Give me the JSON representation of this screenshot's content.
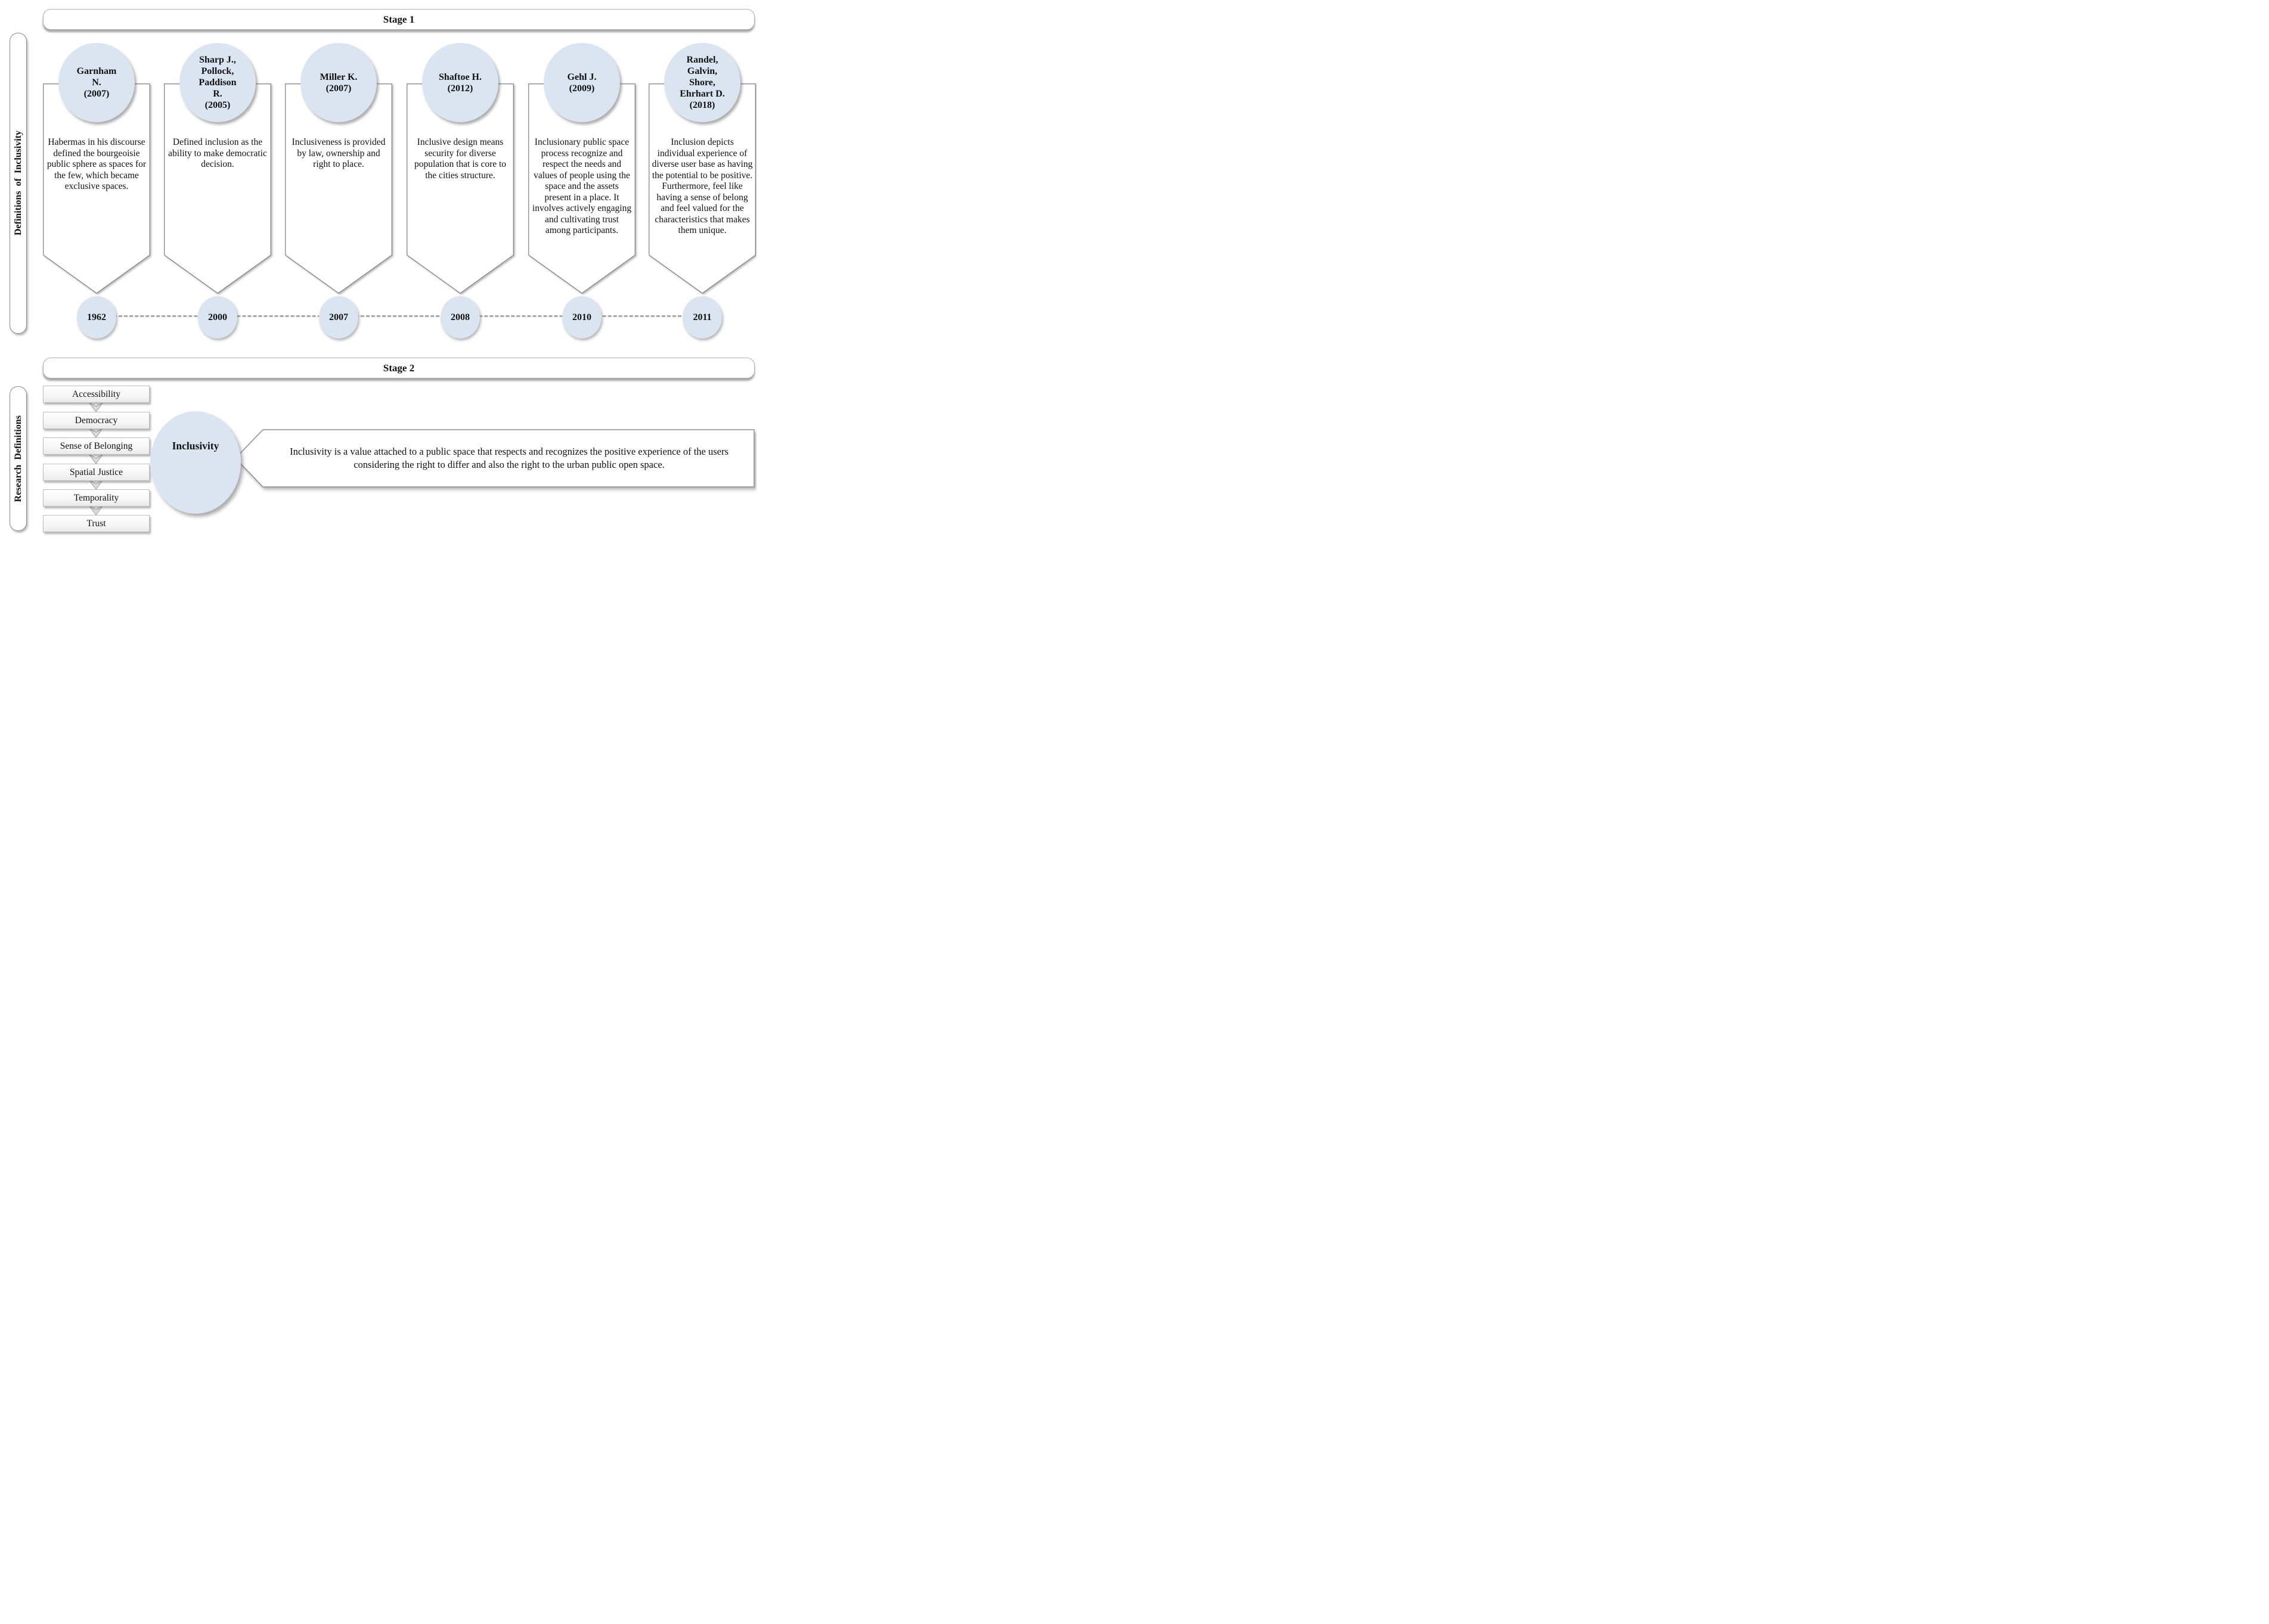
{
  "colors": {
    "node_fill": "#dbe5f1",
    "outline": "#7f7f7f"
  },
  "stage1": {
    "header": "Stage 1",
    "side_label": "Definitions of Inclusivity",
    "columns": [
      {
        "author": "Garnham\nN.\n(2007)",
        "year": "1962",
        "definition": "Habermas in his discourse defined the bourgeoisie public sphere as spaces for the few, which became exclusive spaces."
      },
      {
        "author": "Sharp J.,\nPollock,\nPaddison\nR.\n(2005)",
        "year": "2000",
        "definition": "Defined inclusion as the ability to make democratic decision."
      },
      {
        "author": "Miller K.\n(2007)",
        "year": "2007",
        "definition": "Inclusiveness is provided by law, ownership and right to place."
      },
      {
        "author": "Shaftoe H.\n(2012)",
        "year": "2008",
        "definition": "Inclusive design means security for diverse population that is core to the cities structure."
      },
      {
        "author": "Gehl J.\n(2009)",
        "year": "2010",
        "definition": "Inclusionary public space process recognize and respect the needs and values of people using the space and the assets present in a place. It involves actively engaging and cultivating trust among participants."
      },
      {
        "author": "Randel,\nGalvin,\nShore,\nEhrhart D.\n(2018)",
        "year": "2011",
        "definition": "Inclusion depicts individual experience of diverse user base as having the potential to be positive. Furthermore, feel like having a sense of belong and feel valued for the characteristics that makes them unique."
      }
    ]
  },
  "stage2": {
    "header": "Stage 2",
    "side_label": "Research Definitions",
    "keywords": [
      "Accessibility",
      "Democracy",
      "Sense of Belonging",
      "Spatial Justice",
      "Temporality",
      "Trust"
    ],
    "concept": "Inclusivity",
    "definition": "Inclusivity is a value attached to a public space that respects and recognizes the positive experience of the users considering the right to differ and also the right to the urban public open space."
  }
}
